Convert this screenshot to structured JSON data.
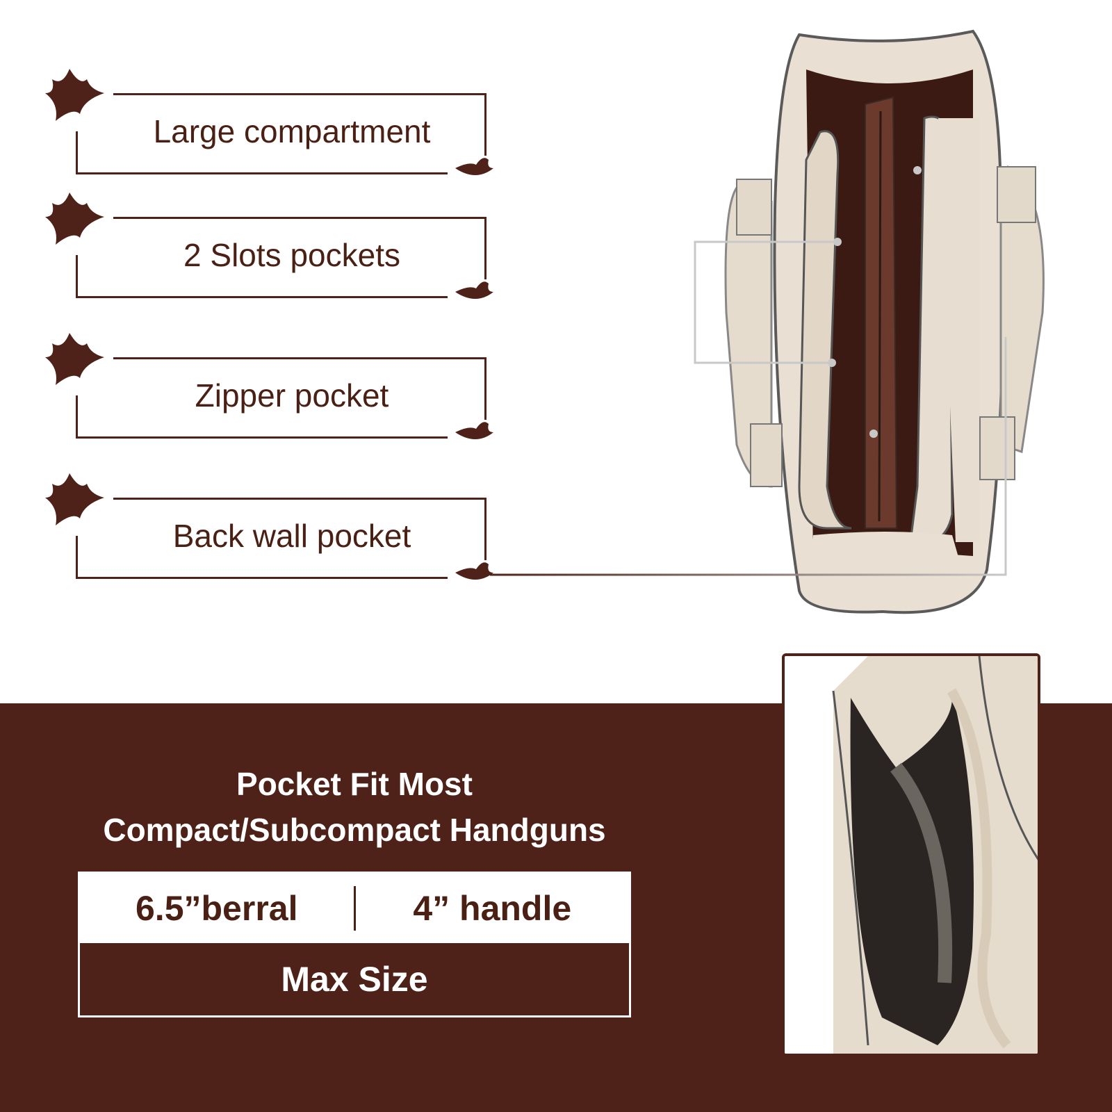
{
  "callouts": [
    {
      "label": "Large compartment"
    },
    {
      "label": "2 Slots pockets"
    },
    {
      "label": "Zipper pocket"
    },
    {
      "label": "Back wall pocket"
    }
  ],
  "handgun_info": {
    "heading_line1": "Pocket Fit Most",
    "heading_line2": "Compact/Subcompact Handguns",
    "barrel": "6.5”berral",
    "handle": "4” handle",
    "max_size": "Max Size"
  },
  "colors": {
    "brand_brown": "#4e2218",
    "leather": "#e8ddd0",
    "white": "#ffffff"
  }
}
